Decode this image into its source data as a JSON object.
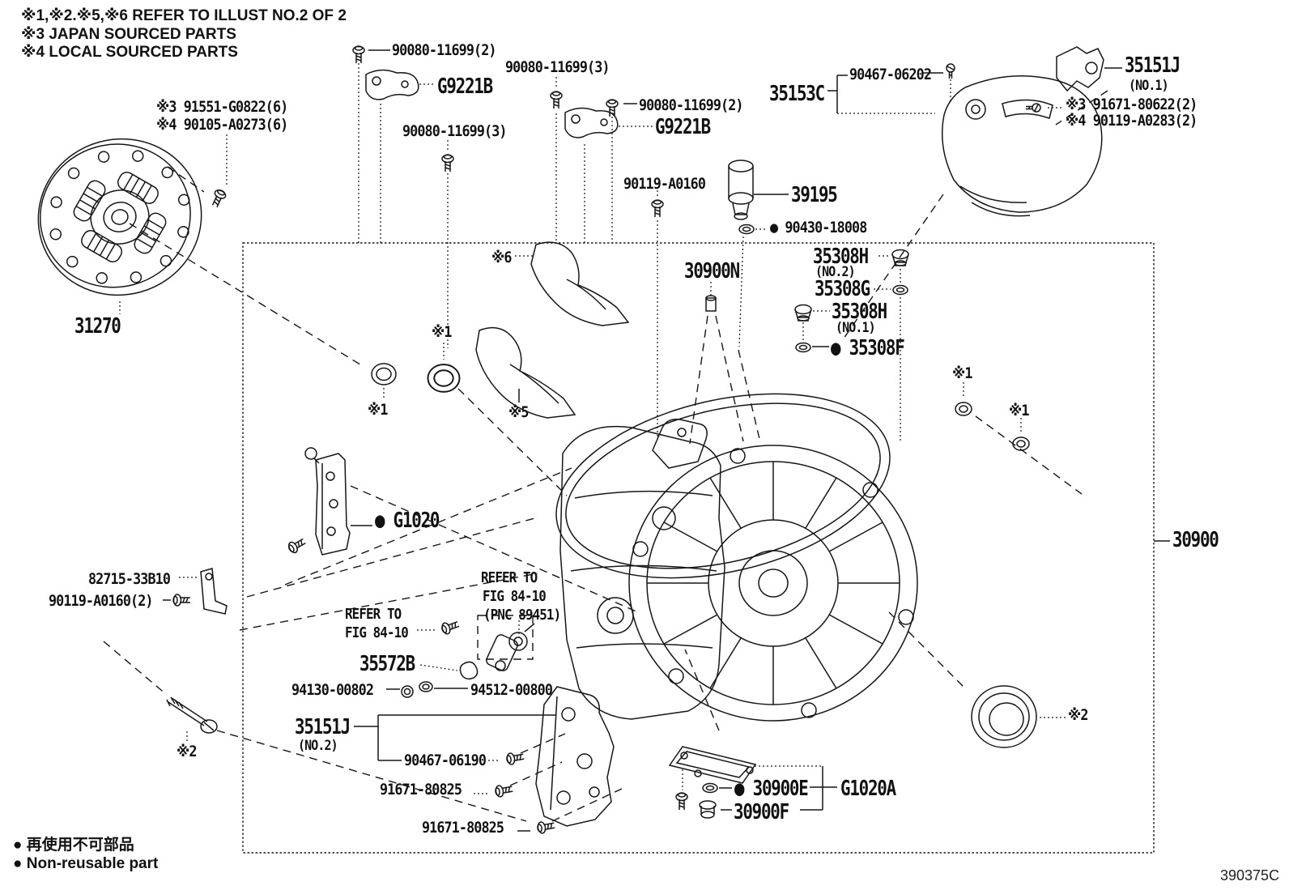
{
  "notes": {
    "l1": "※1,※2.※5,※6 REFER TO ILLUST NO.2 OF 2",
    "l2": "※3 JAPAN SOURCED PARTS",
    "l3": "※4 LOCAL SOURCED PARTS"
  },
  "legend": {
    "jp": "● 再使用不可部品",
    "en": "● Non-reusable part"
  },
  "diagram_code": "390375C",
  "parts": {
    "p90080_2a": "90080-11699(2)",
    "g9221b_a": "G9221B",
    "p90080_3a": "90080-11699(3)",
    "p90080_3b": "90080-11699(3)",
    "p90080_2b": "90080-11699(2)",
    "g9221b_b": "G9221B",
    "p90467_06202": "90467-06202",
    "p35153c": "35153C",
    "p35151j_1": "35151J",
    "p35151j_1_sub": "(NO.1)",
    "p91671_80622": "※3 91671-80622(2)",
    "p90119_a0283": "※4 90119-A0283(2)",
    "p91551": "※3 91551-G0822(6)",
    "p90105": "※4 90105-A0273(6)",
    "p31270": "31270",
    "p90119_a0160": "90119-A0160",
    "p39195": "39195",
    "p90430": "● 90430-18008",
    "p35308h_2": "35308H",
    "p35308h_2_sub": "(NO.2)",
    "p35308g": "35308G",
    "p35308h_1": "35308H",
    "p35308h_1_sub": "(NO.1)",
    "p35308f": "● 35308F",
    "p30900n": "30900N",
    "p_g1020": "● G1020",
    "p82715": "82715-33B10",
    "p90119_a0160_2": "90119-A0160(2)",
    "refer_a_l1": "REFER TO",
    "refer_a_l2": "FIG 84-10",
    "refer_a_l3": "(PNC 89451)",
    "refer_b_l1": "REFER TO",
    "refer_b_l2": "FIG 84-10",
    "p35572b": "35572B",
    "p94130": "94130-00802",
    "p94512": "94512-00800",
    "p35151j_2": "35151J",
    "p35151j_2_sub": "(NO.2)",
    "p90467_06190": "90467-06190",
    "p91671a": "91671-80825",
    "p91671b": "91671-80825",
    "p30900e": "● 30900E",
    "p_g1020a": "G1020A",
    "p30900f": "30900F",
    "p30900": "30900",
    "m1": "※1",
    "m2": "※2",
    "m5": "※5",
    "m6": "※6"
  }
}
